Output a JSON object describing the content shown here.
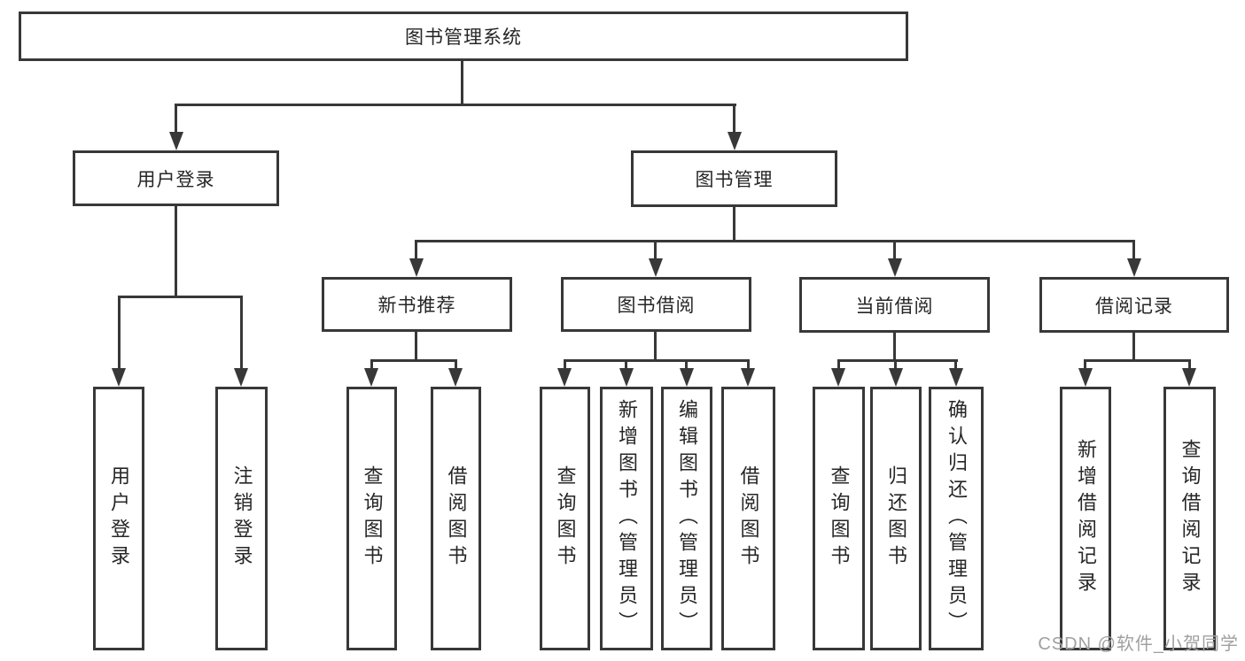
{
  "colors": {
    "line": "#383838",
    "text": "#262626",
    "background": "#ffffff",
    "watermark": "#a0a0a0"
  },
  "tree": {
    "root": "图书管理系统",
    "login_branch": {
      "label": "用户登录",
      "children": [
        "用户登录",
        "注销登录"
      ]
    },
    "mgmt_branch": {
      "label": "图书管理",
      "groups": [
        {
          "label": "新书推荐",
          "children": [
            "查询图书",
            "借阅图书"
          ]
        },
        {
          "label": "图书借阅",
          "children": [
            "查询图书",
            "新增图书（管理员）",
            "编辑图书（管理员）",
            "借阅图书"
          ]
        },
        {
          "label": "当前借阅",
          "children": [
            "查询图书",
            "归还图书",
            "确认归还（管理员）"
          ]
        },
        {
          "label": "借阅记录",
          "children": [
            "新增借阅记录",
            "查询借阅记录"
          ]
        }
      ]
    }
  },
  "watermark": "CSDN @软件_小贺同学"
}
